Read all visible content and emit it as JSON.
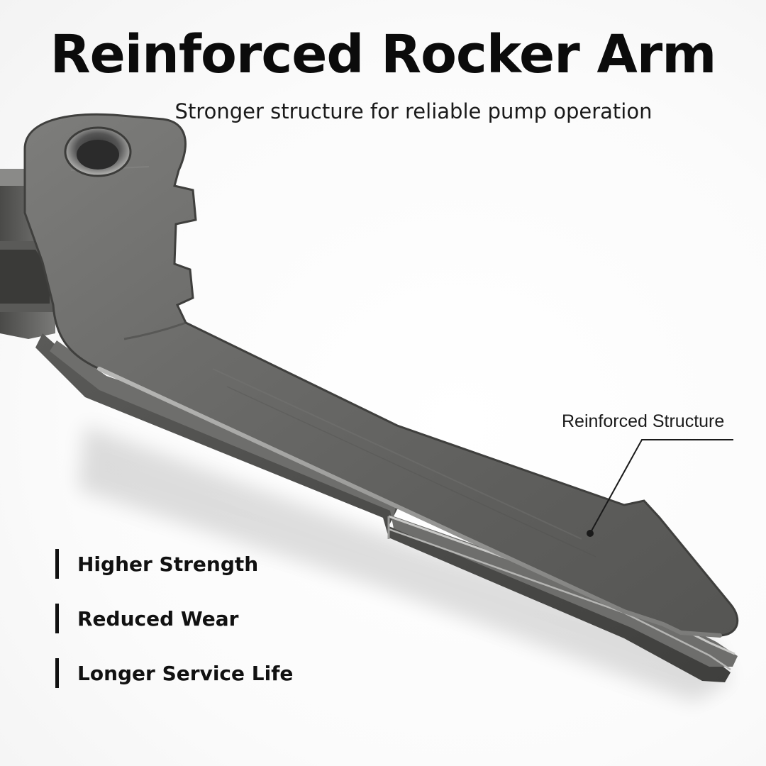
{
  "header": {
    "title": "Reinforced Rocker Arm",
    "subtitle": "Stronger structure for reliable pump operation"
  },
  "callout": {
    "label": "Reinforced Structure"
  },
  "features": [
    {
      "label": "Higher Strength"
    },
    {
      "label": "Reduced Wear"
    },
    {
      "label": "Longer Service Life"
    }
  ],
  "colors": {
    "text": "#111111",
    "metal_light": "#8e8e8e",
    "metal_dark": "#3c3c3c"
  }
}
